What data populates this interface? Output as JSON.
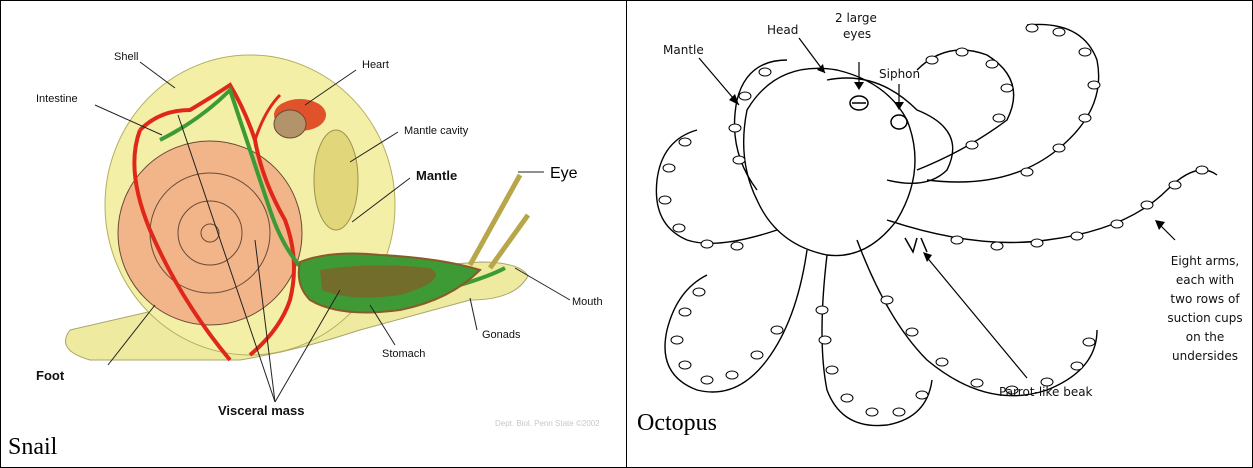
{
  "snail": {
    "caption": "Snail",
    "labels": {
      "shell": "Shell",
      "heart": "Heart",
      "intestine": "Intestine",
      "mantle_cavity": "Mantle cavity",
      "mantle": "Mantle",
      "eye": "Eye",
      "mouth": "Mouth",
      "gonads": "Gonads",
      "stomach": "Stomach",
      "foot": "Foot",
      "visceral_mass": "Visceral mass"
    },
    "credit": "Dept. Biol. Penn State ©2002"
  },
  "octopus": {
    "caption": "Octopus",
    "labels": {
      "head": "Head",
      "eyes_line1": "2 large",
      "eyes_line2": "eyes",
      "mantle": "Mantle",
      "siphon": "Siphon",
      "arms_lines": [
        "Eight arms,",
        "each with",
        "two rows of",
        "suction cups",
        "on the",
        "undersides"
      ],
      "beak": "Parrot-like beak"
    }
  },
  "colors": {
    "shell_fill": "#f3efa6",
    "coil_fill": "#f2b58a",
    "foot_fill": "#eeeaa0",
    "intestine_red": "#e0281a",
    "gut_green": "#3d9a35",
    "heart_red": "#e0522a",
    "stomach_brown": "#8a5a2a"
  }
}
